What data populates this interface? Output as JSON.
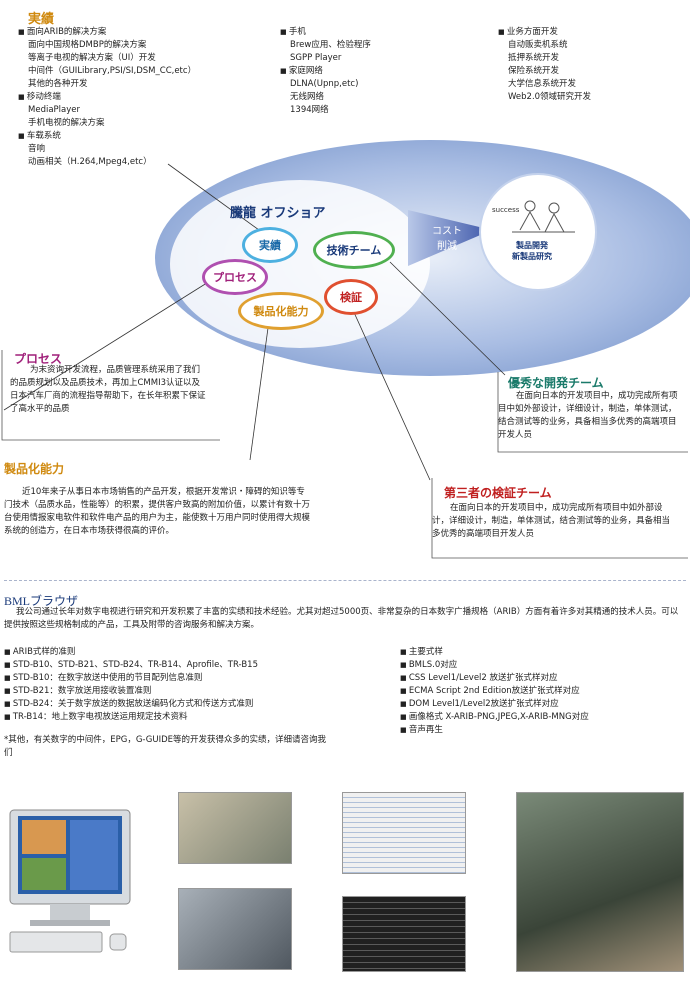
{
  "achievements": {
    "title": "実績",
    "col1": [
      {
        "t": "面向ARIB的解决方案",
        "b": true
      },
      {
        "t": "面向中国规格DMBP的解决方案",
        "b": false
      },
      {
        "t": "等离子电视的解决方案（UI）开发",
        "b": false
      },
      {
        "t": "中间件（GUILibrary,PSI/SI,DSM_CC,etc）",
        "b": false
      },
      {
        "t": "其他的各种开发",
        "b": false
      },
      {
        "t": "移动终端",
        "b": true
      },
      {
        "t": "MediaPlayer",
        "b": false
      },
      {
        "t": "手机电视的解决方案",
        "b": false
      },
      {
        "t": "车载系统",
        "b": true
      },
      {
        "t": "音响",
        "b": false
      },
      {
        "t": "动画相关（H.264,Mpeg4,etc）",
        "b": false
      }
    ],
    "col2": [
      {
        "t": "手机",
        "b": true
      },
      {
        "t": "Brew应用、检验程序",
        "b": false
      },
      {
        "t": "SGPP Player",
        "b": false
      },
      {
        "t": "家庭网络",
        "b": true
      },
      {
        "t": "DLNA(Upnp,etc)",
        "b": false
      },
      {
        "t": "无线网络",
        "b": false
      },
      {
        "t": "1394网络",
        "b": false
      }
    ],
    "col3": [
      {
        "t": "业务方面开发",
        "b": true
      },
      {
        "t": "自动贩卖机系统",
        "b": false
      },
      {
        "t": "抵押系统开发",
        "b": false
      },
      {
        "t": "保险系统开发",
        "b": false
      },
      {
        "t": "大学信息系统开发",
        "b": false
      },
      {
        "t": "Web2.0领域研究开发",
        "b": false
      }
    ]
  },
  "diagram": {
    "company": "騰龍 オフショア",
    "c_achievements": "実績",
    "c_tech": "技術チーム",
    "c_process": "プロセス",
    "c_product": "製品化能力",
    "c_verify": "検証",
    "arrow_l1": "コスト",
    "arrow_l2": "削減",
    "success": "success",
    "result_l1": "製品開発",
    "result_l2": "新製品研究"
  },
  "process": {
    "title": "プロセス",
    "body": "为末资询开发流程，品质管理系统采用了我们的品质规划以及品质技术，再加上CMMI3认证以及日本汽车厂商的流程指导帮助下，在长年积累下保证了高水平的品质"
  },
  "dev_team": {
    "title": "優秀な開発チーム",
    "body": "在面向日本的开发项目中，成功完成所有项目中如外部设计，详细设计，制造，单体测试，结合测试等的业务，具备相当多优秀的高端项目开发人员"
  },
  "productization": {
    "title": "製品化能力",
    "body": "近10年来子从事日本市场销售的产品开发，根据开发常识・障碍的知识等专门技术（品质水品，性能等）的积累，提供客户致高的附加价值，以累计有数十万台使用情报家电软件和软件电产品的用户为主，能使数十万用户同时使用得大规模系统的创造方，在日本市场获得很高的评价。"
  },
  "third_party": {
    "title": "第三者の検証チーム",
    "body": "在面向日本的开发项目中，成功完成所有项目中如外部设计，详细设计，制造，单体测试，结合测试等的业务，具备相当多优秀的高端项目开发人员"
  },
  "bml": {
    "title": "BMLブラウザ",
    "intro": "我公司通过长年对数字电视进行研究和开发积累了丰富的实绩和技术经验。尤其对超过5000页、非常复杂的日本数字广播规格（ARIB）方面有着许多对其精通的技术人员。可以提供按照这些规格制成的产品，工具及附带的咨询服务和解决方案。",
    "left_list": [
      "ARIB式样的准则",
      "STD-B10、STD-B21、STD-B24、TR-B14、Aprofile、TR-B15",
      "STD-B10：在数字放送中使用的节目配列信息准则",
      "STD-B21：数字放送用接收装置准则",
      "STD-B24：关于数字放送的数据放送编码化方式和传送方式准则",
      "TR-B14：地上数字电视放送运用规定技术资料"
    ],
    "right_list": [
      "主要式样",
      "BMLS.0对应",
      "CSS Level1/Level2 放送扩张式样对应",
      "ECMA Script 2nd Edition放送扩张式样对应",
      "DOM Level1/Level2放送扩张式样对应",
      "画像格式 X-ARIB-PNG,JPEG,X-ARIB-MNG对应",
      "音声再生"
    ],
    "note": "*其他，有关数字的中间件，EPG，G-GUIDE等的开发获得众多的实绩，详细请咨询我们"
  },
  "colors": {
    "ellipse": "#8aa4d4",
    "ellipse_edge": "#c4d2ec",
    "title_blue": "#1a3a7a",
    "process": "#a0207a",
    "product": "#d08a10",
    "dev_team": "#1a7a6a",
    "third": "#c02020",
    "achievements": "#d08a10"
  }
}
